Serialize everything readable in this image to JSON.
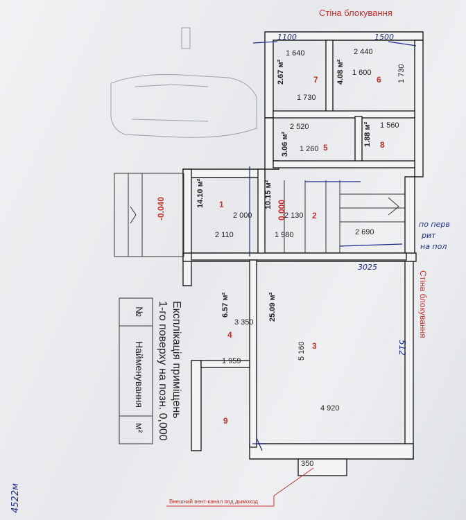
{
  "header": {
    "wall_label_top": "Стіна блокування",
    "wall_label_right": "Стіна блокування"
  },
  "rooms": [
    {
      "num": "1",
      "area": "14.10 м²",
      "d1": "2 000",
      "d2": "2 110"
    },
    {
      "num": "2",
      "area": "10.15 м²",
      "d1": "2 130",
      "d2": "1 980",
      "d3": "2 690",
      "level": "0.000"
    },
    {
      "num": "3",
      "area": "25.09 м²",
      "d1": "5 160",
      "d2": "4 920"
    },
    {
      "num": "4",
      "area": "6.57 м²",
      "d1": "3 350",
      "d2": "1 959"
    },
    {
      "num": "5",
      "area": "3.06 м²",
      "d1": "2 520",
      "d2": "1 260"
    },
    {
      "num": "6",
      "area": "4.08 м²",
      "d1": "2 440",
      "d2": "1 600",
      "d3": "1 730"
    },
    {
      "num": "7",
      "area": "2.67 м²",
      "d1": "1 730",
      "d2": "1 640"
    },
    {
      "num": "8",
      "area": "1.88 м²",
      "d1": "1 560"
    },
    {
      "num": "9"
    }
  ],
  "outside_level": "-0.040",
  "top_dims": [
    "1100",
    "1500"
  ],
  "table": {
    "title_line1": "Експлікація приміщень",
    "title_line2": "1-го поверху на позн. 0,000",
    "col_num": "№",
    "col_name": "Найменування",
    "col_area": "м²"
  },
  "handwritten": {
    "right_note_1": "по перв",
    "right_note_2": "рит",
    "right_note_3": "на пол",
    "bottom_left": "4522м",
    "value_512": "512",
    "value_3025": "3025"
  },
  "annotation": {
    "callout": "Внешний вент-канал под дымоход",
    "dim_350": "350"
  }
}
